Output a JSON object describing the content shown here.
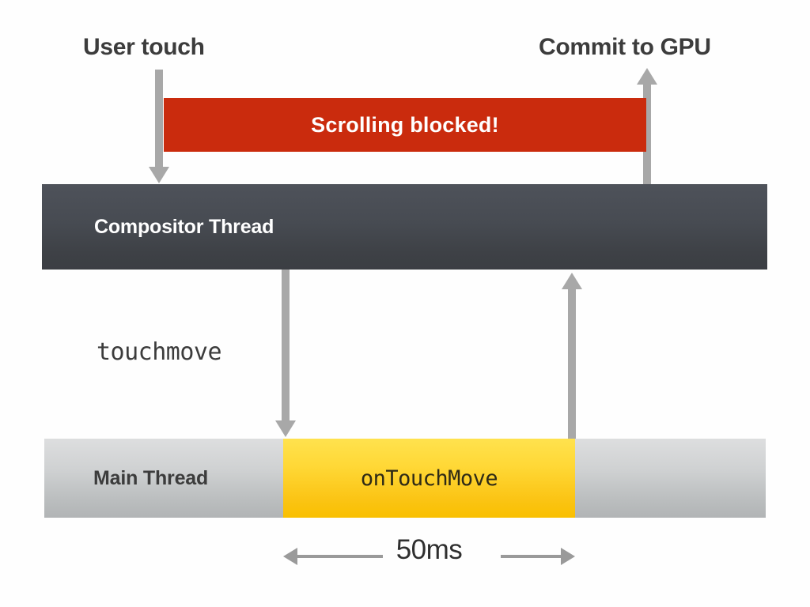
{
  "diagram": {
    "title_labels": {
      "user_touch": "User touch",
      "commit_to_gpu": "Commit to GPU"
    },
    "blocked_banner": {
      "label": "Scrolling blocked!",
      "color": "#ca2b0d",
      "text_color": "#ffffff"
    },
    "threads": [
      {
        "id": "compositor",
        "label": "Compositor Thread",
        "color": "#474b52",
        "text_color": "#ffffff"
      },
      {
        "id": "main",
        "label": "Main Thread",
        "color": "#cfd1d2",
        "text_color": "#3c3c3c"
      }
    ],
    "event_label": "touchmove",
    "handler_block": {
      "label": "onTouchMove",
      "color": "#fbc516",
      "text_color": "#2e2a16"
    },
    "duration": {
      "label": "50ms",
      "arrow_color": "#9a9a9a"
    },
    "arrows": {
      "color": "#a8a8a8",
      "user_touch_direction": "down",
      "commit_direction": "up",
      "touchmove_direction": "down",
      "return_direction": "up"
    }
  }
}
